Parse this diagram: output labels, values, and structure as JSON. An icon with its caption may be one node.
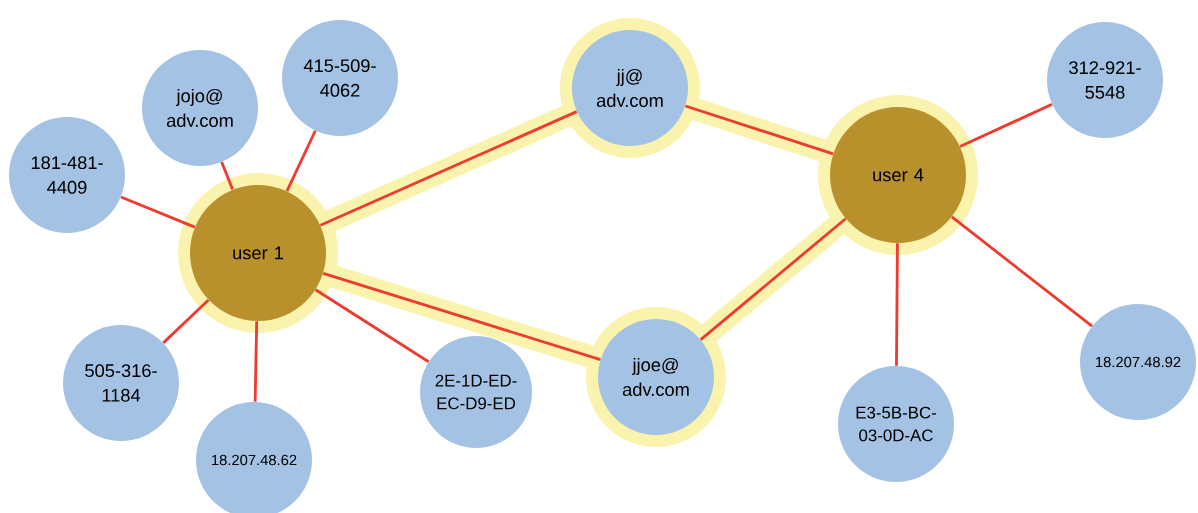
{
  "diagram": {
    "nodes": [
      {
        "text": [
          "415-509- 4062"
        ]
      },
      {
        "text": [
          "jj@ adv.com"
        ]
      },
      {
        "text": [
          "jojo@ adv.com"
        ]
      },
      {
        "text": [
          "312-921- 5548"
        ]
      },
      {
        "text": [
          "181-481- 4409"
        ]
      },
      {
        "text": [
          "user 4"
        ]
      },
      {
        "text": [
          "user 1"
        ]
      },
      {
        "text": [
          "505-316- 1184"
        ]
      },
      {
        "text": [
          "2E-1D-ED- EC-D9-ED"
        ]
      },
      {
        "text": [
          "jjoe@ adv.com"
        ]
      },
      {
        "text": [
          "18.207.48.92"
        ]
      },
      {
        "text": [
          "E3-5B-BC- 03-0D-AC"
        ]
      },
      {
        "text": [
          "18.207.48.62"
        ]
      }
    ],
    "edges": [
      {
        "from": 6,
        "to": 4,
        "arrow": "none"
      },
      {
        "from": 6,
        "to": 2,
        "arrow": "none"
      },
      {
        "from": 6,
        "to": 0,
        "arrow": "none"
      },
      {
        "from": 6,
        "to": 1,
        "arrow": "none"
      },
      {
        "from": 6,
        "to": 9,
        "arrow": "none"
      },
      {
        "from": 6,
        "to": 7,
        "arrow": "none"
      },
      {
        "from": 6,
        "to": 12,
        "arrow": "none"
      },
      {
        "from": 6,
        "to": 8,
        "arrow": "none"
      },
      {
        "from": 5,
        "to": 1,
        "arrow": "none"
      },
      {
        "from": 5,
        "to": 3,
        "arrow": "none"
      },
      {
        "from": 5,
        "to": 9,
        "arrow": "none"
      },
      {
        "from": 5,
        "to": 11,
        "arrow": "none"
      },
      {
        "from": 5,
        "to": 10,
        "arrow": "none"
      }
    ]
  }
}
